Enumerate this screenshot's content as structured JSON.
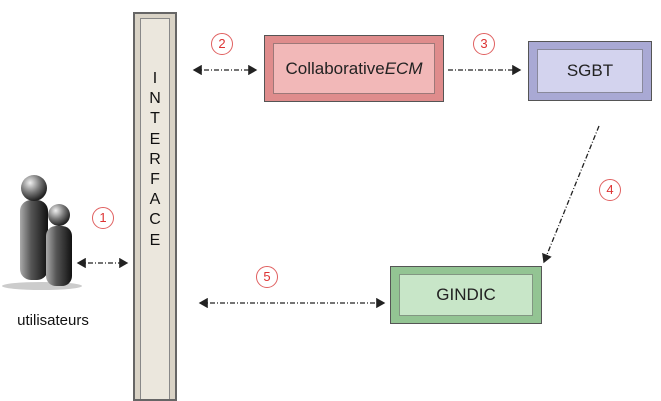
{
  "interface": {
    "letters": [
      "I",
      "N",
      "T",
      "E",
      "R",
      "F",
      "A",
      "C",
      "E"
    ]
  },
  "collaborative_ecm": {
    "label_plain": "Collaborative",
    "label_italic": "ECM"
  },
  "sgbt": {
    "label": "SGBT"
  },
  "gindic": {
    "label": "GINDIC"
  },
  "users": {
    "label": "utilisateurs",
    "icon": "users-icon"
  },
  "steps": [
    "1",
    "2",
    "3",
    "4",
    "5"
  ],
  "colors": {
    "interface_fill": "#ebe7dd",
    "ecm_fill": "#f2b8b8",
    "sgbt_fill": "#d3d3ee",
    "gindic_fill": "#c8e6c8",
    "step_number": "#dd3333",
    "arrow": "#222222"
  }
}
